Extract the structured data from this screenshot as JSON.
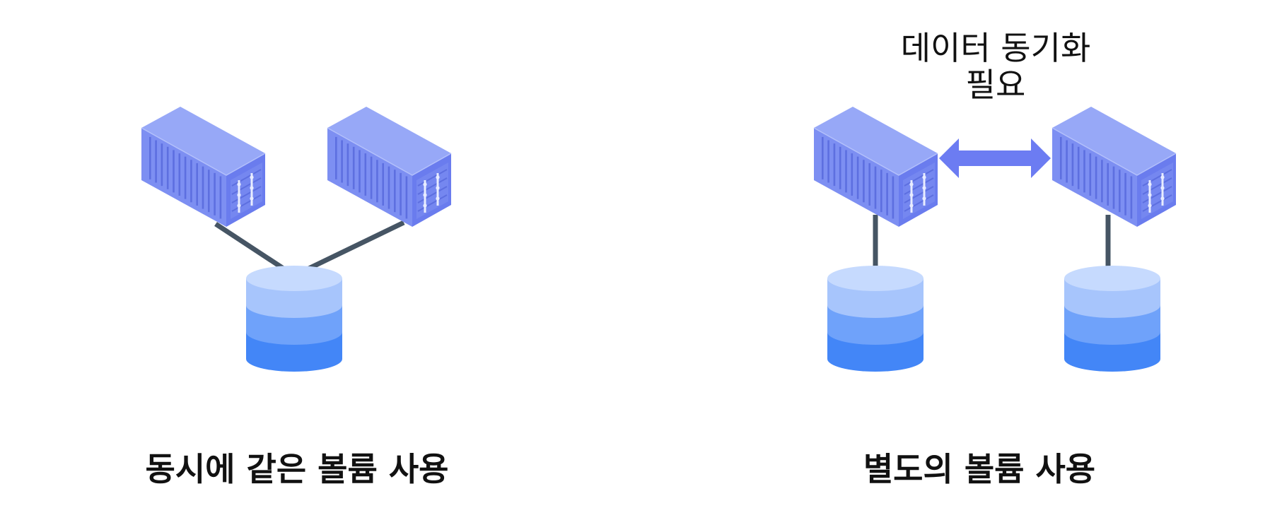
{
  "left_scenario": {
    "caption": "동시에 같은 볼륨 사용",
    "containers": 2,
    "volumes": 1
  },
  "right_scenario": {
    "caption": "별도의 볼륨 사용",
    "note_line1": "데이터 동기화",
    "note_line2": "필요",
    "containers": 2,
    "volumes": 2
  },
  "colors": {
    "container_top": "#97a8f7",
    "container_left": "#7d8ff2",
    "container_right": "#6a7cee",
    "container_rib": "#5d6fe0",
    "container_latch": "#e8ecff",
    "link_line": "#465564",
    "sync_arrow": "#6c7cf2",
    "volume_top": "#c6dafe",
    "volume_layer1": "#a7c5fc",
    "volume_layer2": "#6fa2fa",
    "volume_layer3": "#4386f7"
  }
}
